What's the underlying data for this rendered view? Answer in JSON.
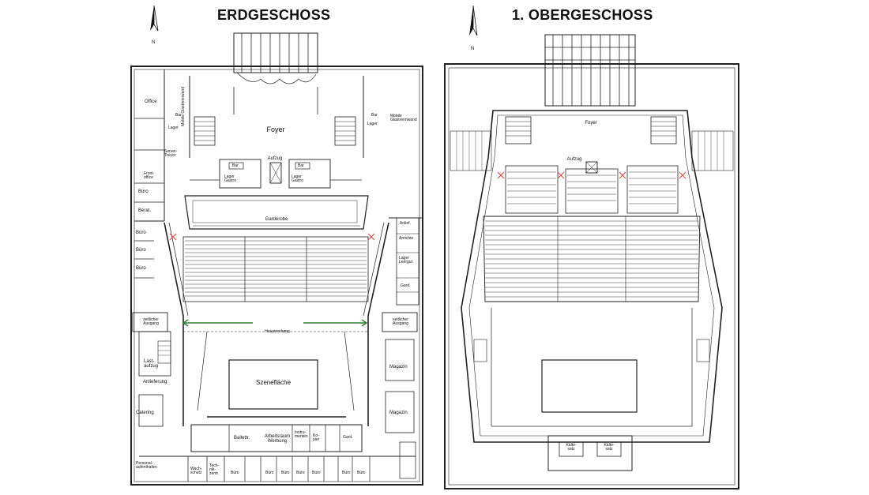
{
  "plans": [
    {
      "title": "ERDGESCHOSS",
      "north": "N",
      "rooms": {
        "foyer": "Foyer",
        "office": "Office",
        "mobile_left": "Mobile Glastrennwand",
        "mobile_right": "Mobile Glastrennwand",
        "bar_left_top": "Bar",
        "bar_right_top": "Bar",
        "lager_left_top": "Lager",
        "lager_right_top": "Lager",
        "server": "Server-Tresor",
        "frontoffice": "Front-office",
        "aufzug": "Aufzug",
        "bar_mid_left": "Bar",
        "bar_mid_right": "Bar",
        "lager_gastro_left": "Lager Gastro",
        "lager_gastro_right": "Lager Gastro",
        "buero_1": "Büro",
        "berat": "Berat.",
        "buero_2": "Büro",
        "buero_3": "Büro",
        "buero_4": "Büro",
        "garderobe": "Garderobe",
        "anlief_top": "Anlief.",
        "anrichte": "Anrichte",
        "lager_leergut": "Lager Leergut",
        "gard": "Gard.",
        "seitl_left": "seitlicher Ausgang",
        "seitl_right": "seitlicher Ausgang",
        "hauptvorhang": "Hauptvorhang",
        "lastaufzug": "Last-aufzug",
        "anlieferung": "Anlieferung",
        "magazin_1": "Magazin",
        "magazin_2": "Magazin",
        "szeneflaeche": "Szenefläche",
        "catering": "Catering",
        "ballettr": "Ballettr.",
        "arbeitsraum": "Arbeitsraum Werbung",
        "instrumente": "Instru-menten",
        "kopier": "Ko-pier",
        "gard2": "Gard.",
        "personal": "Personal-aufenthalter.",
        "wachschutz": "Wach-schutz",
        "technik": "Tech-nik-zentr.",
        "bottom_bueros": [
          "Büro",
          "Büro",
          "Büro",
          "Büro",
          "Büro",
          "Büro",
          "Büro"
        ]
      }
    },
    {
      "title": "1. OBERGESCHOSS",
      "north": "N",
      "rooms": {
        "foyer": "Foyer",
        "aufzug": "Aufzug",
        "kaelte_1": "Kälte-satz",
        "kaelte_2": "Kälte-satz"
      }
    }
  ],
  "colors": {
    "line": "#222222",
    "exit_mark": "#d9534f",
    "arrow": "#2e7d32"
  }
}
